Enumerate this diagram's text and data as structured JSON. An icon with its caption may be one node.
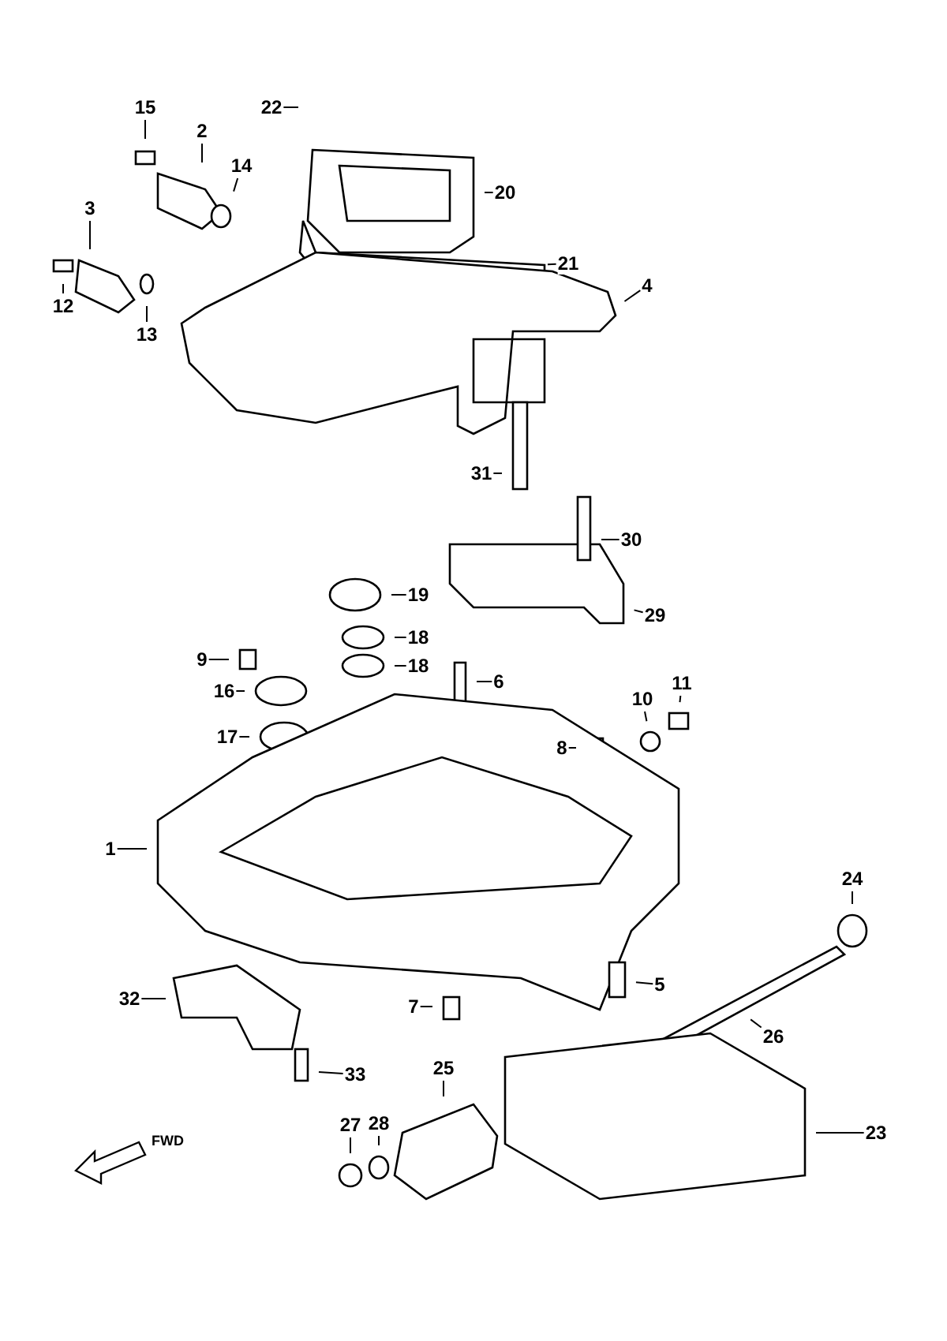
{
  "diagram": {
    "nodes": [
      {
        "text": [
          "15"
        ]
      },
      {
        "text": [
          "22"
        ]
      },
      {
        "text": [
          "2"
        ]
      },
      {
        "text": [
          "14"
        ]
      },
      {
        "text": [
          "20"
        ]
      },
      {
        "text": [
          "3"
        ]
      },
      {
        "text": [
          "21"
        ]
      },
      {
        "text": [
          "4"
        ]
      },
      {
        "text": [
          "12"
        ]
      },
      {
        "text": [
          "13"
        ]
      },
      {
        "text": [
          "31"
        ]
      },
      {
        "text": [
          "30"
        ]
      },
      {
        "text": [
          "19"
        ]
      },
      {
        "text": [
          "29"
        ]
      },
      {
        "text": [
          "18"
        ]
      },
      {
        "text": [
          "9"
        ]
      },
      {
        "text": [
          "18"
        ]
      },
      {
        "text": [
          "6"
        ]
      },
      {
        "text": [
          "10"
        ]
      },
      {
        "text": [
          "11"
        ]
      },
      {
        "text": [
          "16"
        ]
      },
      {
        "text": [
          "8"
        ]
      },
      {
        "text": [
          "17"
        ]
      },
      {
        "text": [
          "1"
        ]
      },
      {
        "text": [
          "24"
        ]
      },
      {
        "text": [
          "5"
        ]
      },
      {
        "text": [
          "32"
        ]
      },
      {
        "text": [
          "7"
        ]
      },
      {
        "text": [
          "26"
        ]
      },
      {
        "text": [
          "33"
        ]
      },
      {
        "text": [
          "25"
        ]
      },
      {
        "text": [
          "23"
        ]
      },
      {
        "text": [
          "27"
        ]
      },
      {
        "text": [
          "28"
        ]
      }
    ],
    "edges": [
      {
        "from": 0,
        "to": null,
        "arrow": "none"
      },
      {
        "from": 1,
        "to": null,
        "arrow": "none"
      },
      {
        "from": 2,
        "to": null,
        "arrow": "none"
      },
      {
        "from": 3,
        "to": null,
        "arrow": "none"
      },
      {
        "from": 4,
        "to": null,
        "arrow": "none"
      },
      {
        "from": 5,
        "to": null,
        "arrow": "none"
      },
      {
        "from": 6,
        "to": null,
        "arrow": "none"
      },
      {
        "from": 7,
        "to": null,
        "arrow": "none"
      },
      {
        "from": 8,
        "to": null,
        "arrow": "none"
      },
      {
        "from": 9,
        "to": null,
        "arrow": "none"
      },
      {
        "from": 10,
        "to": null,
        "arrow": "none"
      },
      {
        "from": 11,
        "to": null,
        "arrow": "none"
      },
      {
        "from": 12,
        "to": null,
        "arrow": "none"
      },
      {
        "from": 13,
        "to": null,
        "arrow": "none"
      },
      {
        "from": 14,
        "to": null,
        "arrow": "none"
      },
      {
        "from": 15,
        "to": null,
        "arrow": "none"
      },
      {
        "from": 16,
        "to": null,
        "arrow": "none"
      },
      {
        "from": 17,
        "to": null,
        "arrow": "none"
      },
      {
        "from": 18,
        "to": null,
        "arrow": "none"
      },
      {
        "from": 19,
        "to": null,
        "arrow": "none"
      },
      {
        "from": 20,
        "to": null,
        "arrow": "none"
      },
      {
        "from": 21,
        "to": null,
        "arrow": "none"
      },
      {
        "from": 22,
        "to": null,
        "arrow": "none"
      },
      {
        "from": 23,
        "to": null,
        "arrow": "none"
      },
      {
        "from": 24,
        "to": null,
        "arrow": "none"
      },
      {
        "from": 25,
        "to": null,
        "arrow": "none"
      },
      {
        "from": 26,
        "to": null,
        "arrow": "none"
      },
      {
        "from": 27,
        "to": null,
        "arrow": "none"
      },
      {
        "from": 28,
        "to": null,
        "arrow": "none"
      },
      {
        "from": 29,
        "to": null,
        "arrow": "none"
      },
      {
        "from": 30,
        "to": null,
        "arrow": "none"
      },
      {
        "from": 31,
        "to": null,
        "arrow": "none"
      },
      {
        "from": 32,
        "to": null,
        "arrow": "none"
      },
      {
        "from": 33,
        "to": null,
        "arrow": "none"
      }
    ],
    "labels": [
      "FWD"
    ]
  }
}
